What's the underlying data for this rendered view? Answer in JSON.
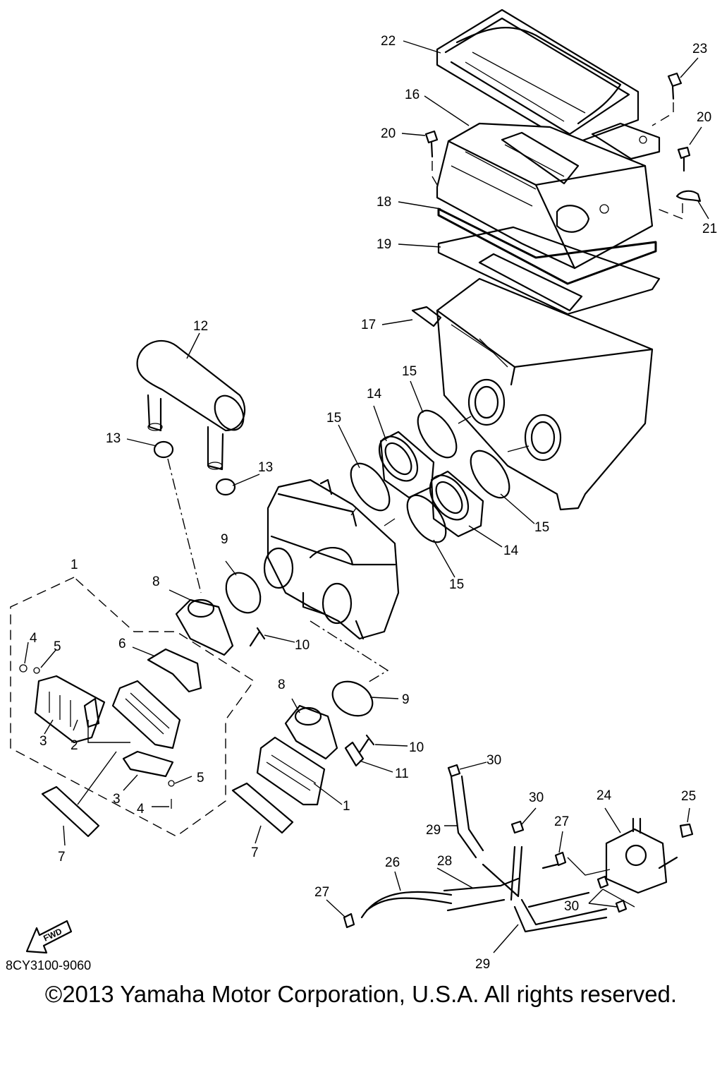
{
  "callouts": {
    "p1": "1",
    "p1b": "1",
    "p2": "2",
    "p3a": "3",
    "p3b": "3",
    "p4a": "4",
    "p4b": "4",
    "p5a": "5",
    "p5b": "5",
    "p6": "6",
    "p7a": "7",
    "p7b": "7",
    "p8a": "8",
    "p8b": "8",
    "p9a": "9",
    "p9b": "9",
    "p10a": "10",
    "p10b": "10",
    "p11": "11",
    "p12": "12",
    "p13a": "13",
    "p13b": "13",
    "p14a": "14",
    "p14b": "14",
    "p15a": "15",
    "p15b": "15",
    "p15c": "15",
    "p15d": "15",
    "p16": "16",
    "p17": "17",
    "p18": "18",
    "p19": "19",
    "p20a": "20",
    "p20b": "20",
    "p21": "21",
    "p22": "22",
    "p23": "23",
    "p24": "24",
    "p25": "25",
    "p26": "26",
    "p27a": "27",
    "p27b": "27",
    "p28": "28",
    "p29a": "29",
    "p29b": "29",
    "p30a": "30",
    "p30b": "30",
    "p30c": "30"
  },
  "fwd_label": "FWD",
  "diagram_code": "8CY3100-9060",
  "copyright": "©2013 Yamaha Motor Corporation, U.S.A. All rights reserved."
}
